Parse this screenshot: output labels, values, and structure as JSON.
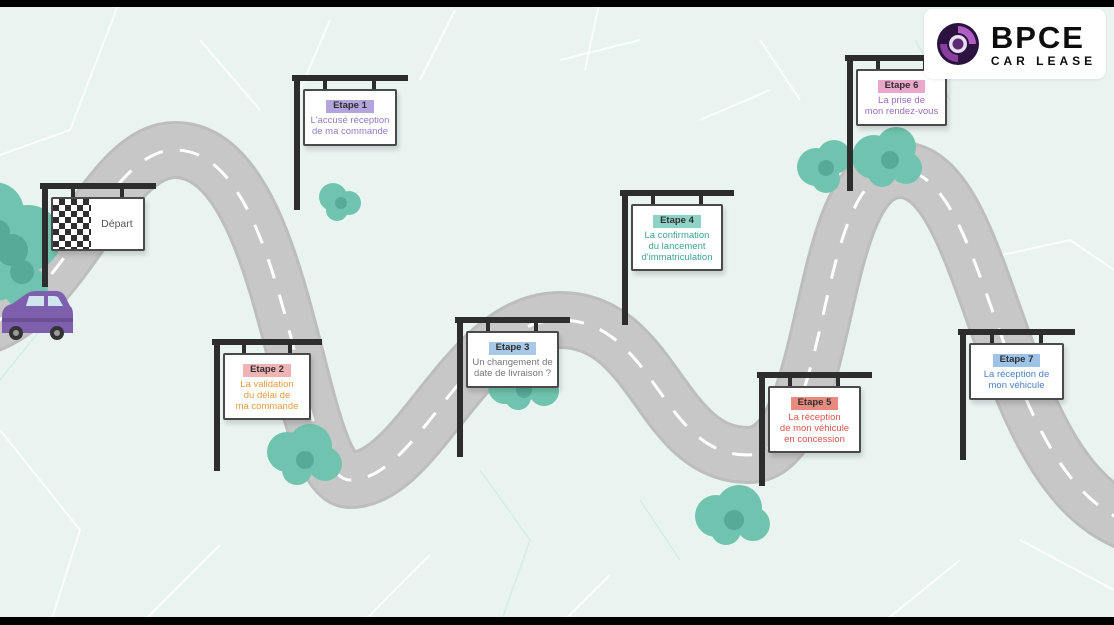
{
  "logo": {
    "brand": "BPCE",
    "subtitle": "CAR LEASE",
    "mark": "bpce-swirl-icon"
  },
  "depart": {
    "label": "Départ"
  },
  "steps": [
    {
      "label": "Etape 1",
      "text": "L'accusé réception\nde ma commande",
      "highlight": "#b3a5dc",
      "text_color": "#8e7cc3"
    },
    {
      "label": "Etape 2",
      "text": "La validation\ndu délai de\nma commande",
      "highlight": "#f0b4b4",
      "text_color": "#e39c43"
    },
    {
      "label": "Etape 3",
      "text": "Un changement de\ndate de livraison ?",
      "highlight": "#a8c8e8",
      "text_color": "#777777"
    },
    {
      "label": "Etape 4",
      "text": "La confirmation\ndu lancement\nd'immatriculation",
      "highlight": "#8ed2c6",
      "text_color": "#3da295"
    },
    {
      "label": "Etape 5",
      "text": "La réception\nde mon véhicule\nen concession",
      "highlight": "#e98a80",
      "text_color": "#d9574c"
    },
    {
      "label": "Etape 6",
      "text": "La prise de\nmon rendez-vous",
      "highlight": "#eaa6cb",
      "text_color": "#9a6bb8"
    },
    {
      "label": "Etape 7",
      "text": "La réception de\nmon véhicule",
      "highlight": "#9ec2e8",
      "text_color": "#4b80c2"
    }
  ],
  "colors": {
    "background": "#e9f4f1",
    "road": "#c7c7c7",
    "road_marking": "#ffffff",
    "tree_primary": "#70c4af",
    "tree_shadow": "#57ab96",
    "sign_post": "#2d2d2d",
    "board_border": "#4a4a4a",
    "car_body": "#7d5fae",
    "letterbox": "#000000"
  }
}
